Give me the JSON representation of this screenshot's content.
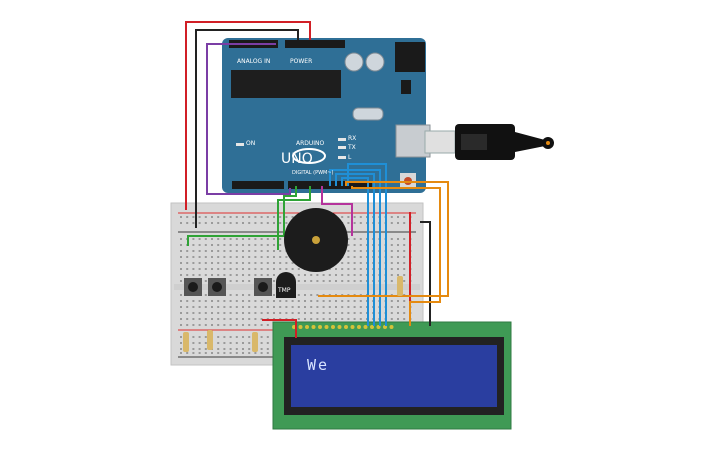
{
  "arduino": {
    "brand": "ARDUINO",
    "model": "UNO",
    "power_label": "POWER",
    "analog_label": "ANALOG IN",
    "on_label": "ON",
    "tx_label": "TX",
    "rx_label": "RX",
    "l_label": "L",
    "digital_label": "DIGITAL (PWM~)"
  },
  "sensor": {
    "label": "TMP"
  },
  "lcd": {
    "text": "We"
  },
  "colors": {
    "arduino_board": "#2f6f96",
    "breadboard": "#d9d9d9",
    "lcd_board": "#3f9a55",
    "lcd_screen": "#2a3ea0",
    "wire_red": "#d11f26",
    "wire_black": "#222222",
    "wire_purple": "#7b3ea5",
    "wire_green": "#2fa336",
    "wire_blue": "#1f8fd6",
    "wire_orange": "#e58a10",
    "wire_magenta": "#b5339c",
    "buzzer": "#1c1c1c",
    "usb_cable": "#111111"
  }
}
